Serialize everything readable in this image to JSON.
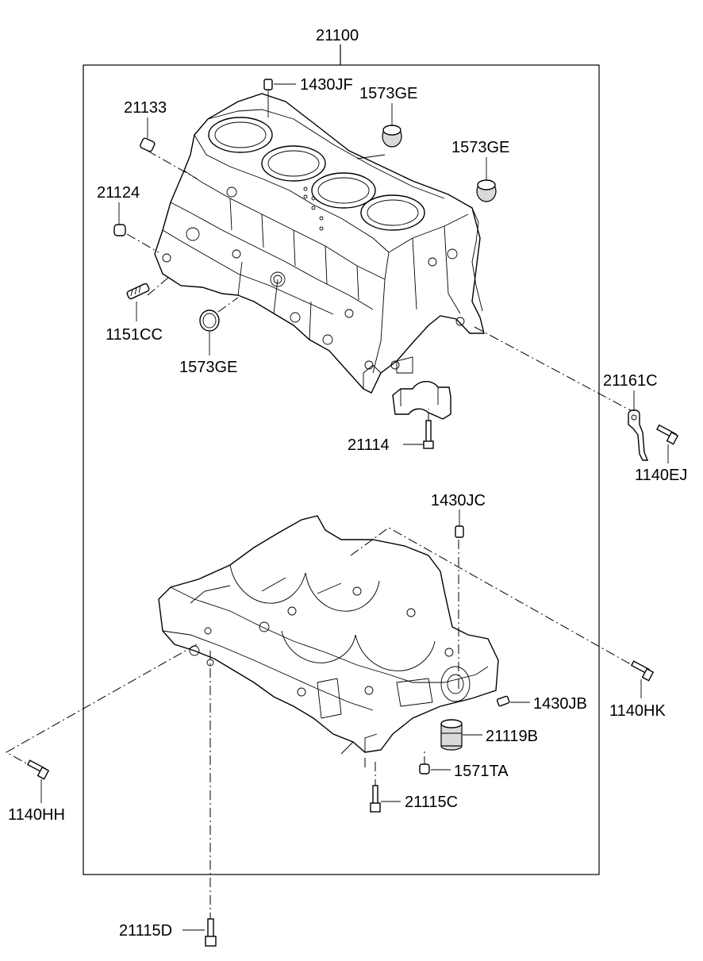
{
  "diagram": {
    "assembly_label": "21100",
    "part_labels": {
      "p1430jf": "1430JF",
      "p1573ge_top": "1573GE",
      "p1573ge_right": "1573GE",
      "p21133": "21133",
      "p21124": "21124",
      "p1151cc": "1151CC",
      "p1573ge_left": "1573GE",
      "p21161c": "21161C",
      "p1140ej": "1140EJ",
      "p21114": "21114",
      "p1430jc": "1430JC",
      "p1430jb": "1430JB",
      "p1140hk": "1140HK",
      "p21119b": "21119B",
      "p1571ta": "1571TA",
      "p21115c": "21115C",
      "p1140hh": "1140HH",
      "p21115d": "21115D"
    }
  }
}
